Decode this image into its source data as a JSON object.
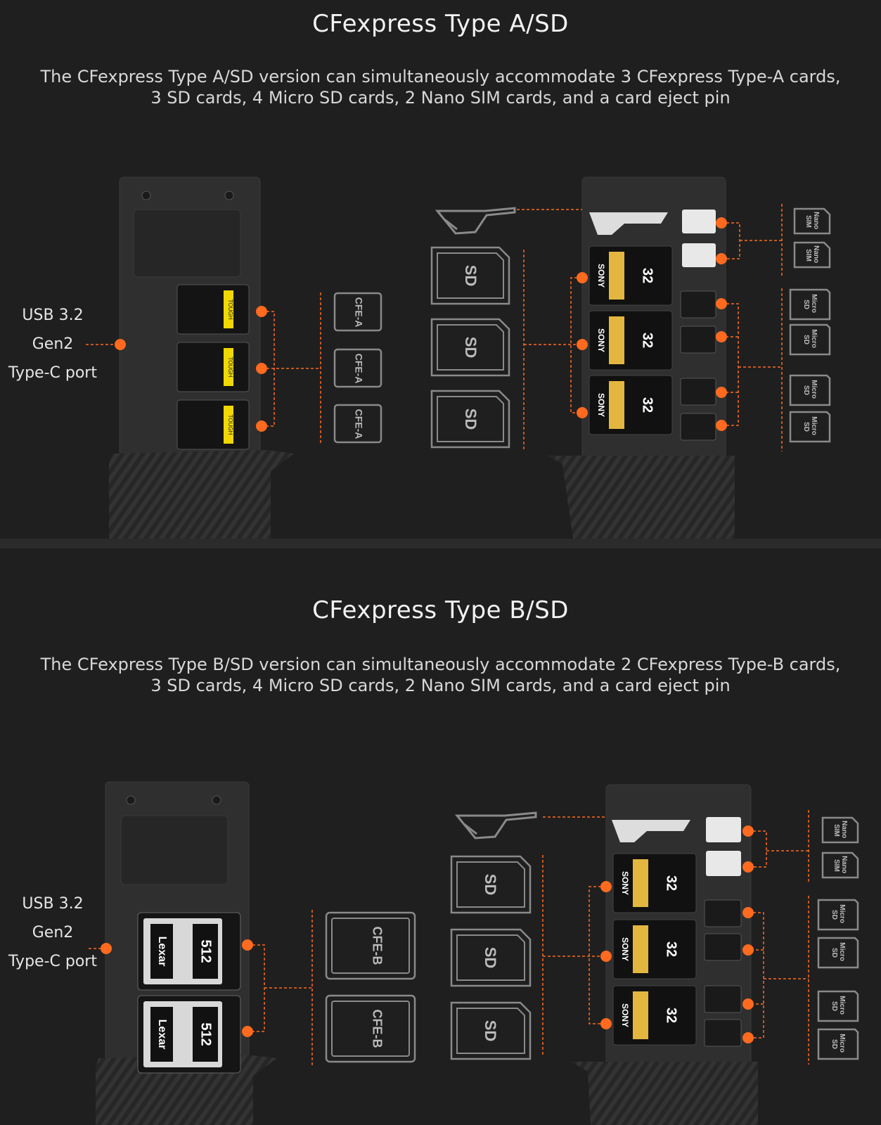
{
  "sections": [
    {
      "title": "CFexpress Type A/SD",
      "description_line1": "The CFexpress Type A/SD version can simultaneously accommodate 3 CFexpress Type-A cards,",
      "description_line2": "3 SD cards, 4 Micro SD cards, 2 Nano SIM cards, and a card eject pin",
      "port_label_line1": "USB 3.2",
      "port_label_line2": "Gen2",
      "port_label_line3": "Type-C port",
      "cf_slot_label": "CFE-A",
      "sd_slot_label": "SD",
      "micro_sd_label_line1": "Micro",
      "micro_sd_label_line2": "SD",
      "nano_sim_label_line1": "Nano",
      "nano_sim_label_line2": "SIM"
    },
    {
      "title": "CFexpress Type B/SD",
      "description_line1": "The CFexpress Type B/SD version can simultaneously accommodate 2 CFexpress Type-B cards,",
      "description_line2": "3 SD cards, 4 Micro SD cards, 2 Nano SIM cards, and a card eject pin",
      "port_label_line1": "USB 3.2",
      "port_label_line2": "Gen2",
      "port_label_line3": "Type-C port",
      "cf_slot_label": "CFE-B",
      "sd_slot_label": "SD",
      "micro_sd_label_line1": "Micro",
      "micro_sd_label_line2": "SD",
      "nano_sim_label_line1": "Nano",
      "nano_sim_label_line2": "SIM"
    }
  ],
  "card_branding": {
    "sony": "SONY",
    "sony_capacity": "32",
    "tough": "TOUGH",
    "lexar": "Lexar",
    "lexar_capacity": "512"
  },
  "colors": {
    "accent": "#ff6a1f",
    "background": "#1f1f1f",
    "device": "#2f2f2f",
    "outline": "#8a8a8a"
  }
}
